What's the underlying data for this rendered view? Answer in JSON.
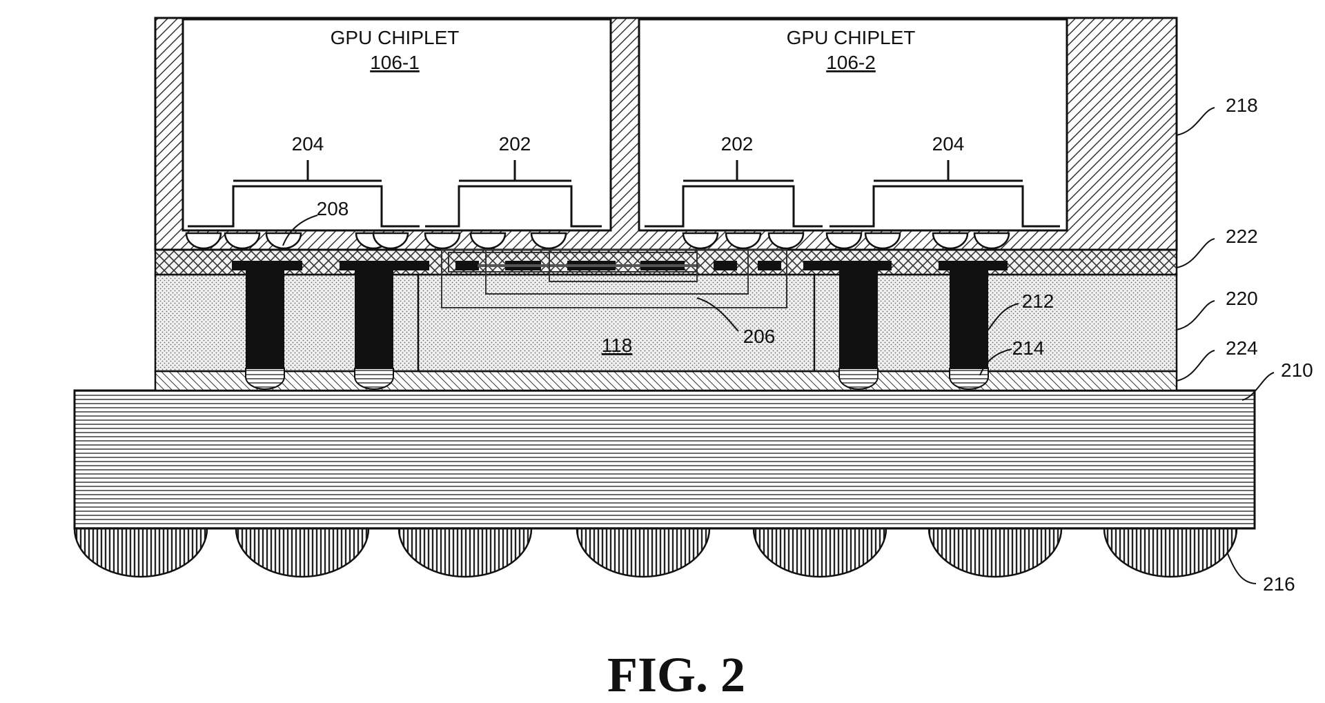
{
  "chiplets": [
    {
      "title": "GPU CHIPLET",
      "ref": "106-1"
    },
    {
      "title": "GPU CHIPLET",
      "ref": "106-2"
    }
  ],
  "labels": {
    "c1_left": "204",
    "c1_right": "202",
    "c2_left": "202",
    "c2_right": "204",
    "bump": "208",
    "bridge_ref": "118",
    "bridge_routing": "206",
    "via": "212",
    "via_cap": "214",
    "mold": "218",
    "redist": "222",
    "fill": "220",
    "bond": "224",
    "substrate": "210",
    "balls": "216"
  },
  "figure_caption": "FIG. 2"
}
